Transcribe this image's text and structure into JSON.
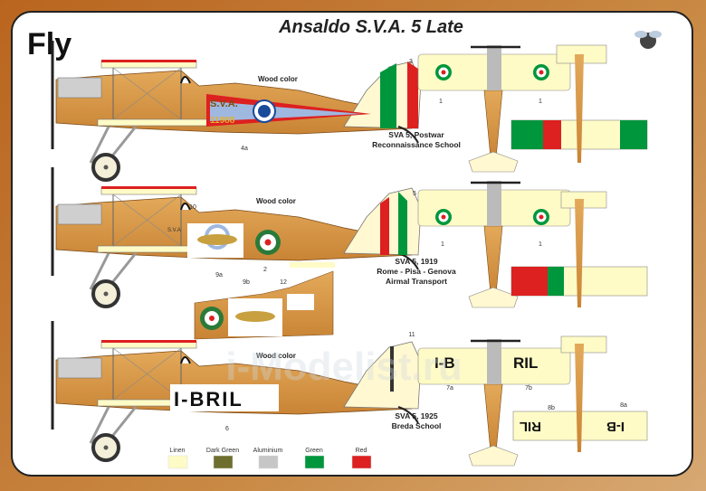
{
  "logo": "Fly",
  "title": "Ansaldo S.V.A. 5 Late",
  "watermark": "i-Modelist.ru",
  "profiles": [
    {
      "wood_label": "Wood color",
      "fuselage_text": "S.V.A.",
      "serial": "11988",
      "callouts": [
        "3",
        "4a",
        "1",
        "1"
      ],
      "caption_line1": "SVA 5, Postwar",
      "caption_line2": "Reconnaissance School"
    },
    {
      "wood_label": "Wood color",
      "fuselage_text": "S.V.A",
      "callouts": [
        "10",
        "5",
        "2",
        "9a",
        "9b",
        "12",
        "1",
        "1"
      ],
      "caption_line1": "SVA 5, 1919",
      "caption_line2": "Rome - Pisa - Genova",
      "caption_line3": "Airmal Transport"
    },
    {
      "wood_label": "Wood color",
      "registration": "I-BRIL",
      "wing_left": "I-B",
      "wing_right": "RIL",
      "callouts": [
        "11",
        "6",
        "7a",
        "7b",
        "8b",
        "8a"
      ],
      "caption_line1": "SVA 5, 1925",
      "caption_line2": "Breda School"
    }
  ],
  "legend": [
    {
      "label": "Linen",
      "color": "#fffbc6"
    },
    {
      "label": "Dark Green",
      "color": "#6e6e2e"
    },
    {
      "label": "Aluminium",
      "color": "#c6c6c6"
    },
    {
      "label": "Green",
      "color": "#00963c"
    },
    {
      "label": "Red",
      "color": "#dd2020"
    }
  ],
  "colors": {
    "wood": "#d99a4a",
    "wood_dark": "#b8772e",
    "frame": "#fff",
    "border": "#c27a34"
  }
}
